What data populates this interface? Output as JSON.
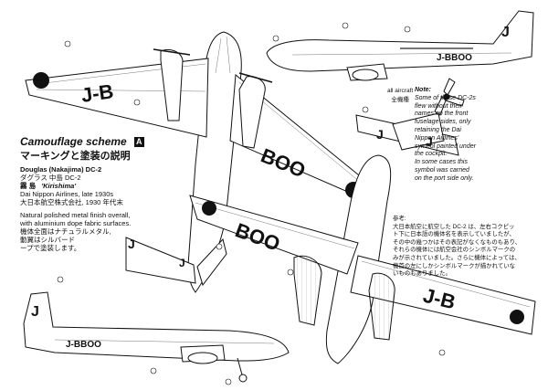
{
  "header": {
    "scheme_title": "Camouflage scheme",
    "scheme_letter": "A",
    "jp_title": "マーキングと塗装の説明"
  },
  "aircraft": {
    "name": "Douglas (Nakajima) DC-2",
    "name_jp": "ダグラス 中島 DC-2",
    "nickname_jp": "霧 島",
    "nickname": "'Kirishima'",
    "operator": "Dai Nippon Airlines, late 1930s",
    "operator_jp": "大日本航空株式会社, 1930 年代末"
  },
  "finish": {
    "line1": "Natural polished metal finish overall,",
    "line2": "with aluminium dope fabric surfaces.",
    "jp1": "機体全面はナチュラルメタル,",
    "jp2": "動翼はシルバード",
    "jp3": "ープで塗装します。"
  },
  "propeller": {
    "label": "all aircraft",
    "label_jp": "全機種"
  },
  "note": {
    "title": "Note:",
    "lines": [
      "Some of these DC-2s",
      "flew without their",
      "names on the front",
      "fuselage sides, only",
      "retaining the Dai",
      "Nippon Airlines'",
      "symbol painted  under",
      "the cockpit.",
      "In some cases this",
      "symbol  was carried",
      "on the port side only."
    ]
  },
  "reference": {
    "title": "参考:",
    "lines": [
      "大日本航空に航空した DC-2 は、左右コクピッ",
      "ト下に日本語の機体名を表示していましたが、",
      "その中の幾つかはその表記がなくなものもあり、",
      "それらの機体には航空会社のシンボルマークの",
      "みが示されていました。さらに機体によっては、",
      "機首の左にしかシンボルマークが描かれていな",
      "いものもありました。"
    ]
  },
  "markings": {
    "upper_wing": "J-B",
    "upper_wing_right": "BOO",
    "lower_wing_left": "BOO",
    "lower_wing_right": "J-B",
    "fin": "J",
    "side_reg": "J-BBOO",
    "tail_letter_left": "J",
    "tail_letter_right": "J"
  },
  "colors": {
    "ink": "#111111",
    "paper": "#ffffff",
    "panel_line": "#666666"
  }
}
